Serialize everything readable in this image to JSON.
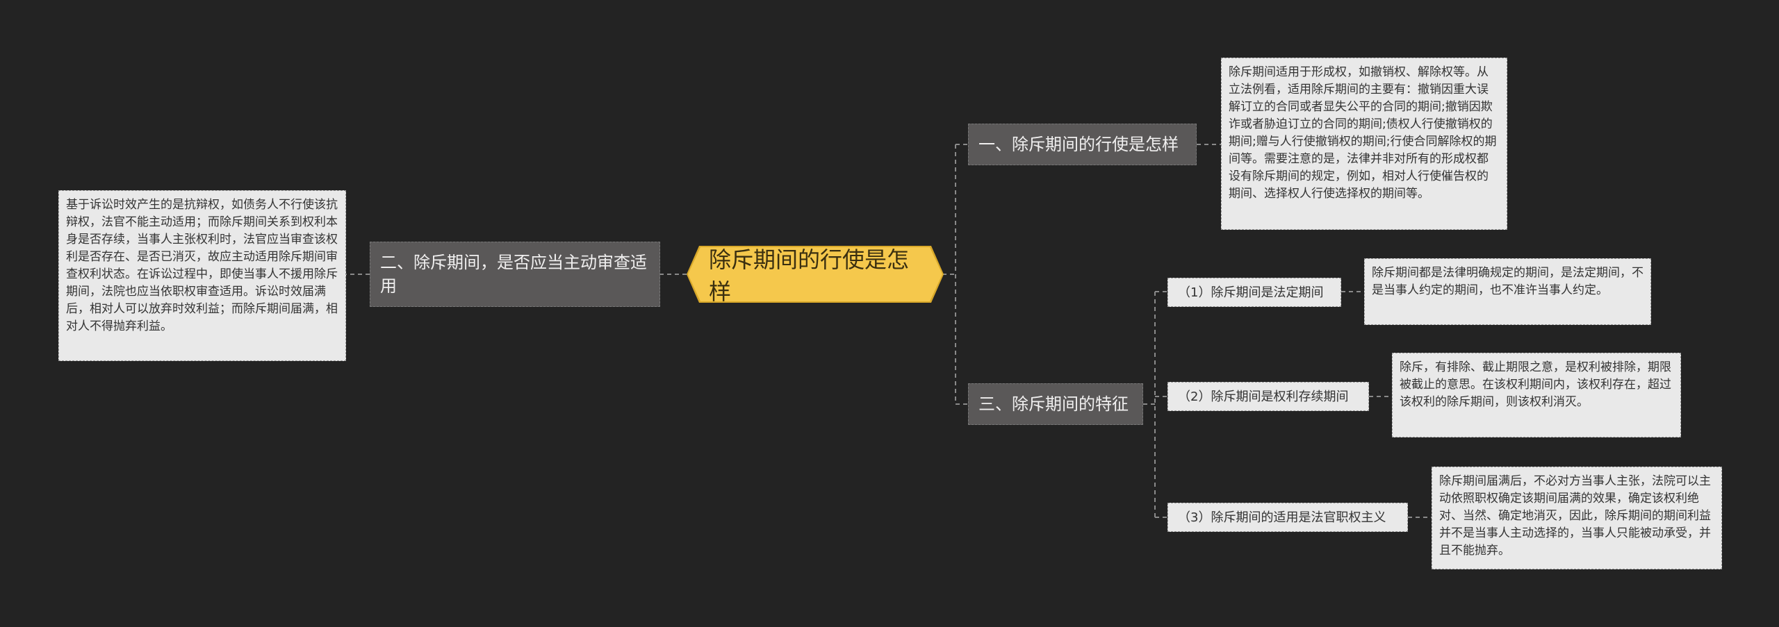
{
  "diagram": {
    "root": {
      "label": "除斥期间的行使是怎样"
    },
    "branch1": {
      "label": "一、除斥期间的行使是怎样",
      "detail": "除斥期间适用于形成权，如撤销权、解除权等。从立法例看，适用除斥期间的主要有：撤销因重大误解订立的合同或者显失公平的合同的期间;撤销因欺诈或者胁迫订立的合同的期间;债权人行使撤销权的期间;赠与人行使撤销权的期间;行使合同解除权的期间等。需要注意的是，法律并非对所有的形成权都设有除斥期间的规定，例如，相对人行使催告权的期间、选择权人行使选择权的期间等。"
    },
    "branch2": {
      "label": "二、除斥期间，是否应当主动审查适用",
      "detail": "基于诉讼时效产生的是抗辩权，如债务人不行使该抗辩权，法官不能主动适用；而除斥期间关系到权利本身是否存续，当事人主张权利时，法官应当审查该权利是否存在、是否已消灭，故应主动适用除斥期间审查权利状态。在诉讼过程中，即使当事人不援用除斥期间，法院也应当依职权审查适用。诉讼时效届满后，相对人可以放弃时效利益；而除斥期间届满，相对人不得抛弃利益。"
    },
    "branch3": {
      "label": "三、除斥期间的特征",
      "items": [
        {
          "label": "（1）除斥期间是法定期间",
          "detail": "除斥期间都是法律明确规定的期间，是法定期间，不是当事人约定的期间，也不准许当事人约定。"
        },
        {
          "label": "（2）除斥期间是权利存续期间",
          "detail": "除斥，有排除、截止期限之意，是权利被排除，期限被截止的意思。在该权利期间内，该权利存在，超过该权利的除斥期间，则该权利消灭。"
        },
        {
          "label": "（3）除斥期间的适用是法官职权主义",
          "detail": "除斥期间届满后，不必对方当事人主张，法院可以主动依照职权确定该期间届满的效果，确定该权利绝对、当然、确定地消灭，因此，除斥期间的期间利益并不是当事人主动选择的，当事人只能被动承受，并且不能抛弃。"
        }
      ]
    },
    "colors": {
      "background": "#232323",
      "root_fill": "#f5c84c",
      "branch_fill": "#5a5858",
      "leaf_fill": "#e9e9e9",
      "connector": "#8a8a8a"
    }
  }
}
